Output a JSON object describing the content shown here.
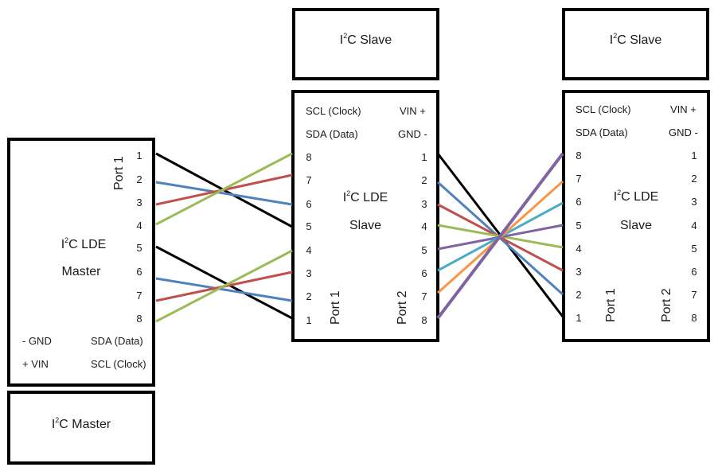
{
  "master_ide": {
    "title_line1": "C LDE",
    "title_line2": "Master",
    "port": "Port 1",
    "pins": [
      "1",
      "2",
      "3",
      "4",
      "5",
      "6",
      "7",
      "8"
    ],
    "gnd": "- GND",
    "vin": "+ VIN",
    "sda": "SDA (Data)",
    "scl": "SCL (Clock)"
  },
  "master_box": {
    "label": "C Master",
    "prefix": "I",
    "sup": "2"
  },
  "slave1_box": {
    "label": "C Slave",
    "prefix": "I",
    "sup": "2"
  },
  "slave2_box": {
    "label": "C Slave",
    "prefix": "I",
    "sup": "2"
  },
  "slave_ide_1": {
    "title_line1": "C LDE",
    "title_line2": "Slave",
    "scl": "SCL (Clock)",
    "sda": "SDA (Data)",
    "vin": "VIN +",
    "gnd": "GND -",
    "port1": "Port 1",
    "port2": "Port 2",
    "left_pins": [
      "8",
      "7",
      "6",
      "5",
      "4",
      "3",
      "2",
      "1"
    ],
    "right_pins": [
      "1",
      "2",
      "3",
      "4",
      "5",
      "6",
      "7",
      "8"
    ]
  },
  "slave_ide_2": {
    "title_line1": "C LDE",
    "title_line2": "Slave",
    "scl": "SCL (Clock)",
    "sda": "SDA (Data)",
    "vin": "VIN +",
    "gnd": "GND -",
    "port1": "Port 1",
    "port2": "Port 2",
    "left_pins": [
      "8",
      "7",
      "6",
      "5",
      "4",
      "3",
      "2",
      "1"
    ],
    "right_pins": [
      "1",
      "2",
      "3",
      "4",
      "5",
      "6",
      "7",
      "8"
    ]
  },
  "wire_colors": {
    "black": "#000000",
    "blue": "#4f81bd",
    "red": "#c0504d",
    "green": "#9bbb59",
    "purple": "#8064a2",
    "orange": "#f79646",
    "teal": "#4bacc6"
  }
}
